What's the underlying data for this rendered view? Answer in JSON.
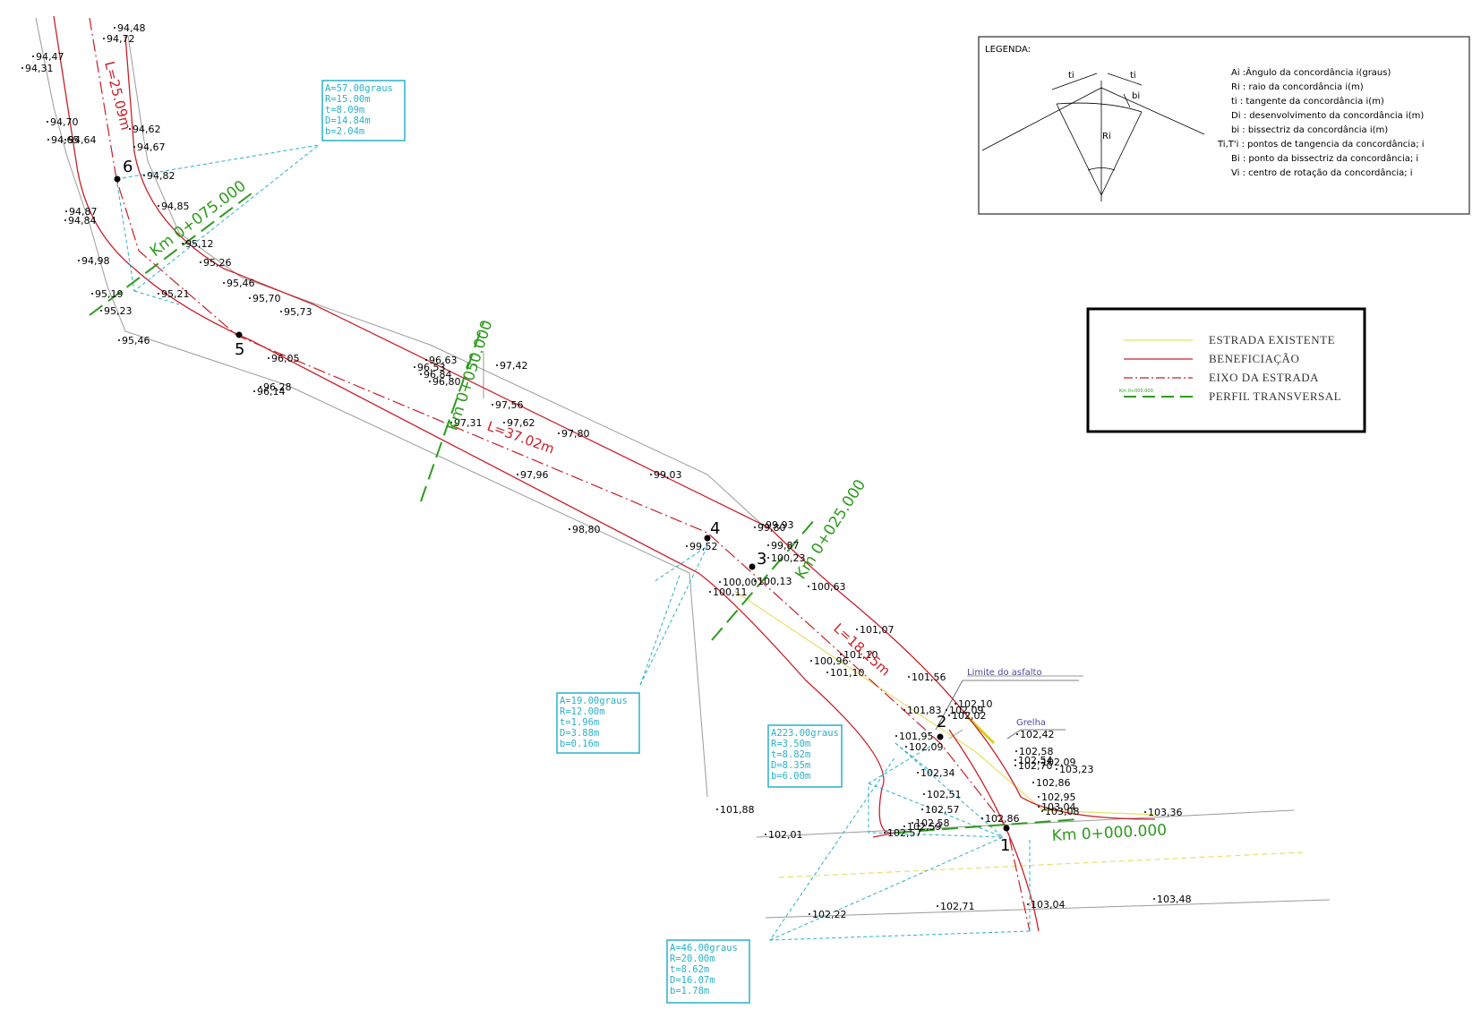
{
  "legend_box": {
    "title": "LEGENDA:",
    "fig_labels": {
      "t1": "ti",
      "t2": "ti",
      "r": "Ri",
      "b": "bi"
    },
    "items": [
      "Ai :Ângulo da concordância i(graus)",
      "Ri :  raio da concordância i(m)",
      "ti :  tangente da concordância i(m)",
      "Di :  desenvolvimento da concordância i(m)",
      "bi :  bissectriz da concordância i(m)",
      "Ti,T'i :  pontos de tangencia da concordância; i",
      "Bi :  ponto da bissectriz da concordância; i",
      "Vi :  centro de rotação da concordância; i"
    ]
  },
  "line_legend": {
    "items": [
      {
        "label": "ESTRADA EXISTENTE",
        "color": "#e0e070",
        "style": "solid"
      },
      {
        "label": "BENEFICIAÇÃO",
        "color": "#c8202a",
        "style": "solid"
      },
      {
        "label": "EIXO DA ESTRADA",
        "color": "#c8202a",
        "style": "dashdot"
      },
      {
        "label": "PERFIL TRANSVERSAL",
        "color": "#2e9b1e",
        "style": "dash",
        "tag": "Km 0+000.000"
      }
    ]
  },
  "colors": {
    "road": "#c8202a",
    "existing": "#e6df6a",
    "profile": "#2e9b1e",
    "curve_box": "#2ab0c8",
    "terrain": "#9a9a9a"
  },
  "vertices": [
    "1",
    "2",
    "3",
    "4",
    "5",
    "6"
  ],
  "curve_boxes": [
    {
      "lines": [
        "A=57.00graus",
        "R=15.00m",
        "t=8.09m",
        "D=14.84m",
        "b=2.04m"
      ]
    },
    {
      "lines": [
        "A=19.00graus",
        "R=12.00m",
        "t=1.96m",
        "D=3.88m",
        "b=0.16m"
      ]
    },
    {
      "lines": [
        "A223.00graus",
        "R=3.50m",
        "t=8.82m",
        "D=8.35m",
        "b=6.00m"
      ]
    },
    {
      "lines": [
        "A=46.00graus",
        "R=20.00m",
        "t=8.62m",
        "D=16.07m",
        "b=1.78m"
      ]
    }
  ],
  "km_labels": [
    "Km 0+075.000",
    "Km 0+050.000",
    "Km 0+025.000",
    "Km 0+000.000"
  ],
  "segment_lengths": [
    "L=25.09m",
    "L=37.02m",
    "L=18.15m"
  ],
  "notes": [
    "Limite do asfalto",
    "Grelha"
  ],
  "elevations": [
    "94,48",
    "94,72",
    "94,47",
    "94,31",
    "94,70",
    "94,65",
    "94,64",
    "94,62",
    "94,67",
    "94,82",
    "94,85",
    "94,87",
    "94,84",
    "94,98",
    "95,12",
    "95,26",
    "95,46",
    "95,19",
    "95,23",
    "95,21",
    "95,70",
    "95,73",
    "95,46",
    "96,05",
    "96,28",
    "96,14",
    "96,63",
    "96,53",
    "96,84",
    "96,80",
    "97,42",
    "97,56",
    "97,31",
    "97,62",
    "97,80",
    "97,96",
    "99,03",
    "98,80",
    "99,93",
    "99,80",
    "99,52",
    "99,87",
    "100,23",
    "100,00",
    "100,13",
    "100,11",
    "100,63",
    "101,07",
    "101,10",
    "100,96",
    "101,10",
    "101,56",
    "101,83",
    "102,10",
    "102,09",
    "102,02",
    "101,95",
    "102,09",
    "102,42",
    "102,58",
    "102,54",
    "102,70",
    "102,09",
    "103,23",
    "102,86",
    "102,95",
    "103,04",
    "103,08",
    "103,36",
    "102,34",
    "102,51",
    "102,57",
    "102,58",
    "102,59",
    "102,57",
    "102,86",
    "102,01",
    "101,88",
    "102,22",
    "102,71",
    "103,04",
    "103,48"
  ]
}
